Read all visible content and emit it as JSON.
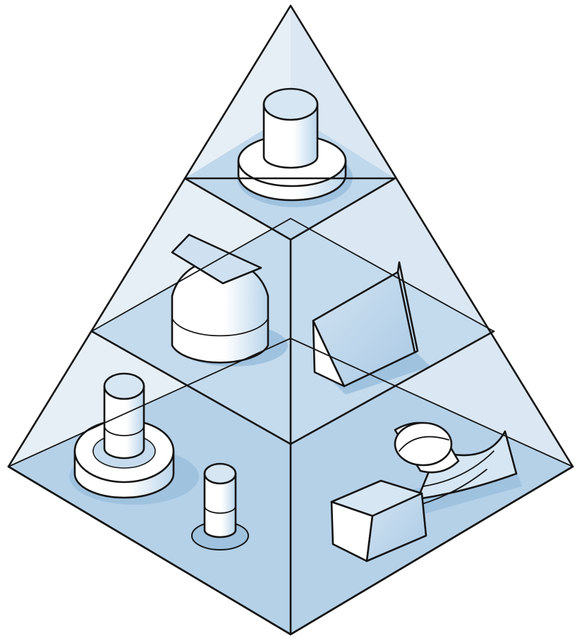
{
  "illustration": {
    "colors": {
      "background": "#ffffff",
      "glass_light": "#dfeaf3",
      "glass_mid": "#cfe0ee",
      "floor": "#b7d3e9",
      "floor_dark": "#9fc2df",
      "shadow": "#8fb6d6",
      "object_white": "#ffffff",
      "object_blue": "#c6dcee",
      "object_blue_dark": "#a9c9e4",
      "outline": "#141414"
    },
    "tiers": [
      {
        "objects": [
          "stacked-cylinder",
          "disc-base"
        ]
      },
      {
        "objects": [
          "capped-dome-block",
          "tilted-panel"
        ]
      },
      {
        "objects": [
          "stepped-cylinder-on-disc",
          "small-post-on-disc",
          "wedge-block",
          "curved-sheet-ramp"
        ]
      }
    ]
  }
}
